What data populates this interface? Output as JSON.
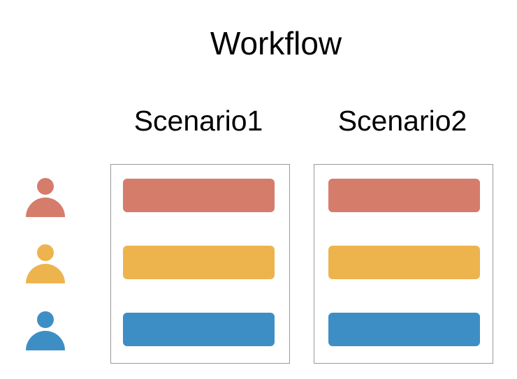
{
  "title": "Workflow",
  "columns": [
    {
      "label": "Scenario1"
    },
    {
      "label": "Scenario2"
    }
  ],
  "actors": [
    {
      "id": "red-person",
      "color": "#D67C6B"
    },
    {
      "id": "yellow-person",
      "color": "#EDB44E"
    },
    {
      "id": "blue-person",
      "color": "#3E8EC6"
    }
  ],
  "colors": {
    "box_border": "#999999",
    "background": "#FFFFFF",
    "text": "#000000"
  }
}
